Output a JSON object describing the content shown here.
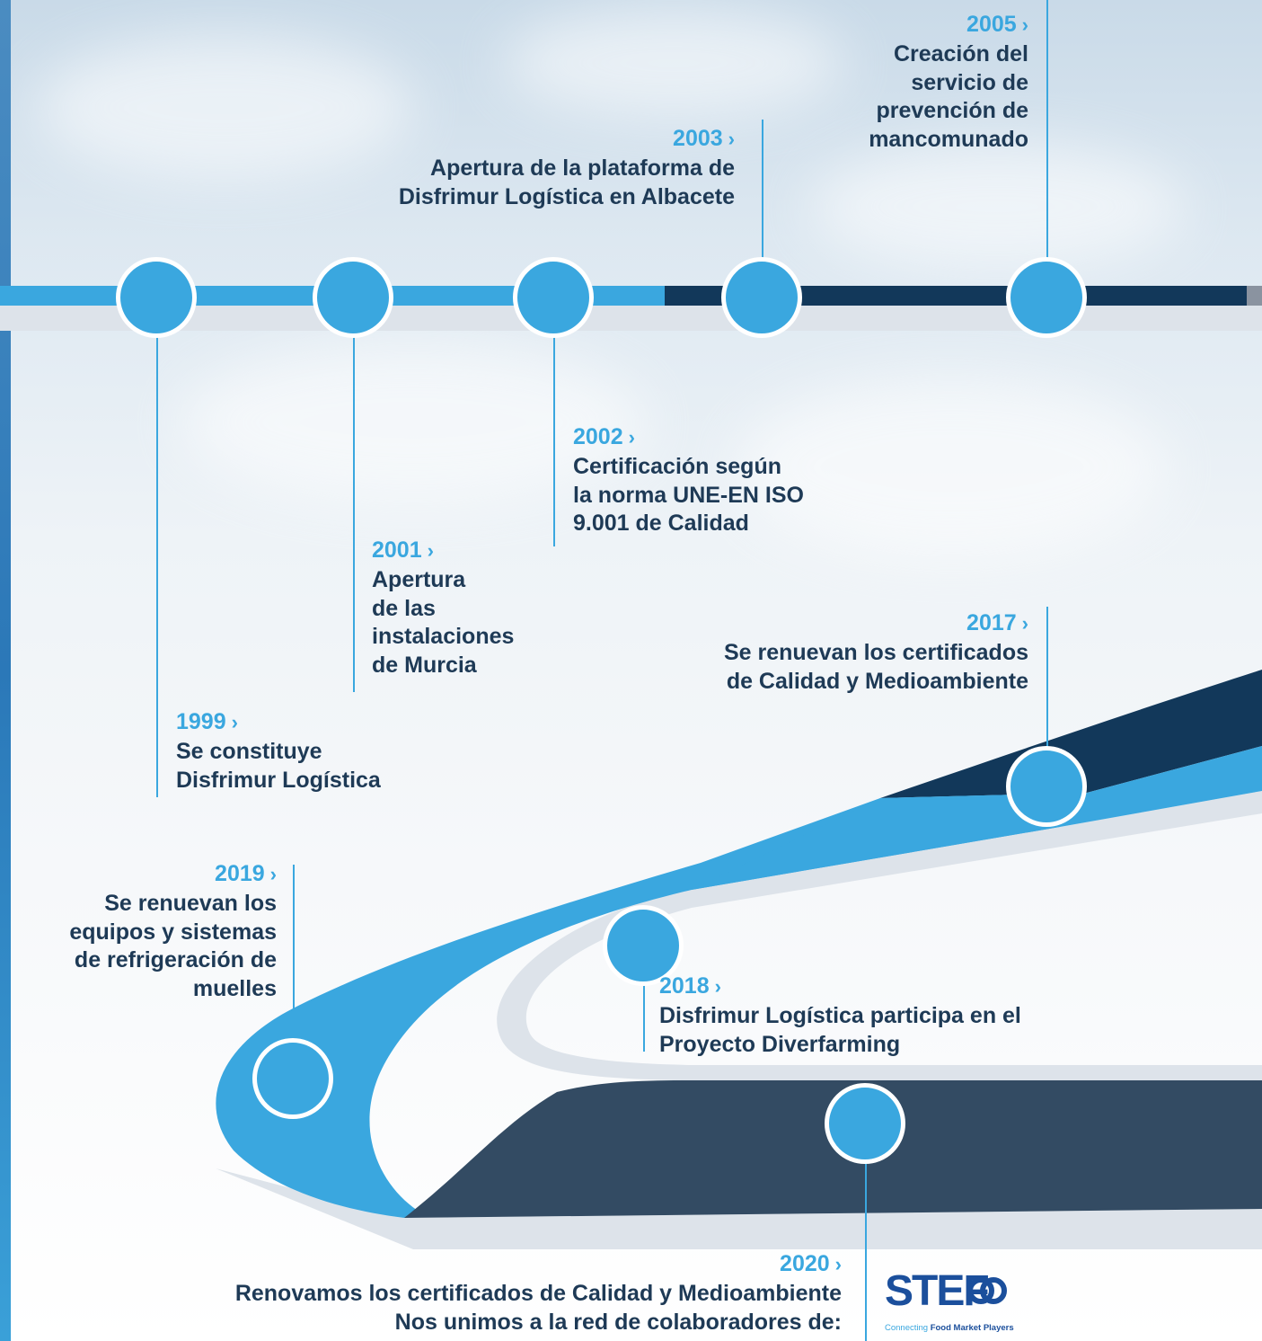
{
  "colors": {
    "accent": "#3aa7df",
    "navy": "#12385a",
    "slate": "#334b63",
    "text": "#1e3a56",
    "shadow": "#dde3ea",
    "node_border": "#ffffff"
  },
  "timeline": {
    "events": [
      {
        "year": "1999",
        "text": "Se constituye\nDisfrimur Logística"
      },
      {
        "year": "2001",
        "text": "Apertura\nde las\ninstalaciones\nde Murcia"
      },
      {
        "year": "2002",
        "text": "Certificación según\nla norma UNE-EN ISO\n9.001 de Calidad"
      },
      {
        "year": "2003",
        "text": "Apertura de la plataforma de\nDisfrimur Logística en Albacete"
      },
      {
        "year": "2005",
        "text": "Creación del\nservicio de\nprevención de\nmancomunado"
      },
      {
        "year": "2017",
        "text": "Se renuevan los certificados\nde Calidad y Medioambiente"
      },
      {
        "year": "2018",
        "text": "Disfrimur Logística participa en el\nProyecto Diverfarming"
      },
      {
        "year": "2019",
        "text": "Se renuevan los\nequipos y sistemas\nde refrigeración de\nmuelles"
      },
      {
        "year": "2020",
        "text": "Renovamos los certificados de Calidad y Medioambiente\nNos unimos a la red de colaboradores de:"
      }
    ],
    "chevron": "›"
  },
  "partner_logo": {
    "wordmark": "STEF",
    "icon": "interlocked-rings-icon",
    "tagline_part1": "Connecting ",
    "tagline_part2": "Food Market Players"
  }
}
